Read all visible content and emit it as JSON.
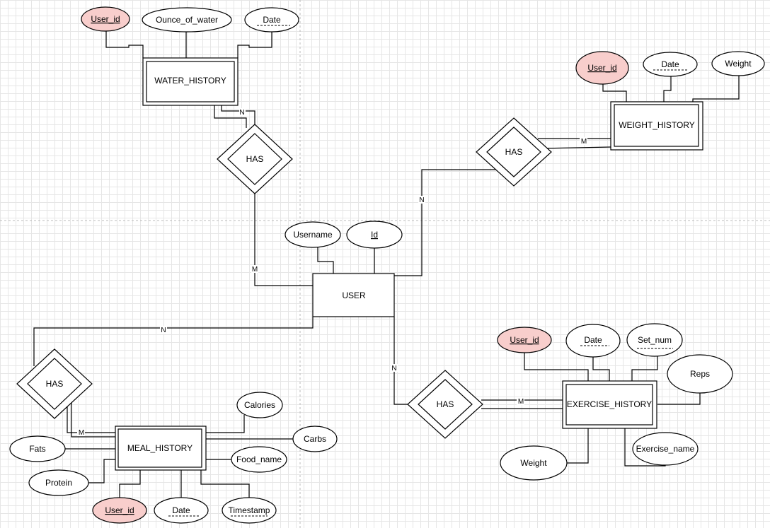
{
  "entities": {
    "user": "USER",
    "water_history": "WATER_HISTORY",
    "weight_history": "WEIGHT_HISTORY",
    "meal_history": "MEAL_HISTORY",
    "exercise_history": "EXERCISE_HISTORY"
  },
  "relationships": {
    "water": "HAS",
    "weight": "HAS",
    "meal": "HAS",
    "exercise": "HAS"
  },
  "attributes": {
    "user_username": "Username",
    "user_id": "Id",
    "water_user_id": "User_id",
    "water_ounce": "Ounce_of_water",
    "water_date": "Date",
    "weight_user_id": "User_id",
    "weight_date": "Date",
    "weight_weight": "Weight",
    "meal_calories": "Calories",
    "meal_carbs": "Carbs",
    "meal_food_name": "Food_name",
    "meal_fats": "Fats",
    "meal_protein": "Protein",
    "meal_user_id": "User_id",
    "meal_date": "Date",
    "meal_timestamp": "Timestamp",
    "ex_user_id": "User_id",
    "ex_date": "Date",
    "ex_set_num": "Set_num",
    "ex_reps": "Reps",
    "ex_weight": "Weight",
    "ex_exercise_name": "Exercise_name"
  },
  "cardinalities": {
    "water_to_has": "N",
    "water_has_to_user": "M",
    "weight_to_has": "M",
    "weight_has_to_user": "N",
    "meal_user_to_has": "N",
    "meal_has_to_entity": "M",
    "ex_user_to_has": "N",
    "ex_has_to_entity": "M"
  },
  "colors": {
    "key_attribute_fill": "#f8cecc",
    "grid": "#e6e6e6"
  }
}
